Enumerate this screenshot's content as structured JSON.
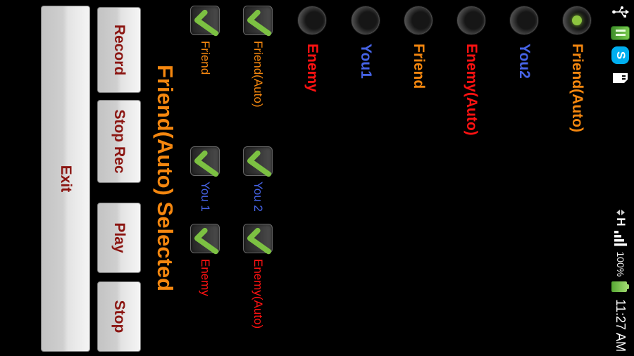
{
  "status_bar": {
    "time": "11:27 AM",
    "battery_percent": "100%",
    "network_indicator": "H",
    "skype_letter": "S",
    "notification_icons": [
      "usb-icon",
      "green-app-icon",
      "skype-icon",
      "memory-card-icon"
    ],
    "system_icons": [
      "mobile-data-h-icon",
      "signal-strength-icon",
      "battery-icon"
    ]
  },
  "selection_status": "Friend(Auto) Selected",
  "colors": {
    "friend_orange": "#F5870F",
    "enemy_red": "#FF1212",
    "you_blue": "#4663E6",
    "check_green": "#7CC142",
    "selected_dot_green": "#8DC63F",
    "button_text_red": "#8B1511",
    "background": "#000000"
  },
  "radios": [
    {
      "label": "Friend(Auto)",
      "color": "#F5870F",
      "selected": true
    },
    {
      "label": "You2",
      "color": "#4663E6",
      "selected": false
    },
    {
      "label": "Enemy(Auto)",
      "color": "#FF1212",
      "selected": false
    },
    {
      "label": "Friend",
      "color": "#F5870F",
      "selected": false
    },
    {
      "label": "You1",
      "color": "#4663E6",
      "selected": false
    },
    {
      "label": "Enemy",
      "color": "#FF1212",
      "selected": false
    }
  ],
  "checkboxes": [
    {
      "label": "Friend(Auto)",
      "color": "#F5870F",
      "checked": true
    },
    {
      "label": "You 2",
      "color": "#4663E6",
      "checked": true
    },
    {
      "label": "Enemy(Auto)",
      "color": "#FF1212",
      "checked": true
    },
    {
      "label": "Friend",
      "color": "#F5870F",
      "checked": true
    },
    {
      "label": "You 1",
      "color": "#4663E6",
      "checked": true
    },
    {
      "label": "Enemy",
      "color": "#FF1212",
      "checked": true
    }
  ],
  "buttons": {
    "record": "Record",
    "stop_rec": "Stop Rec",
    "play": "Play",
    "stop": "Stop",
    "exit": "Exit"
  }
}
